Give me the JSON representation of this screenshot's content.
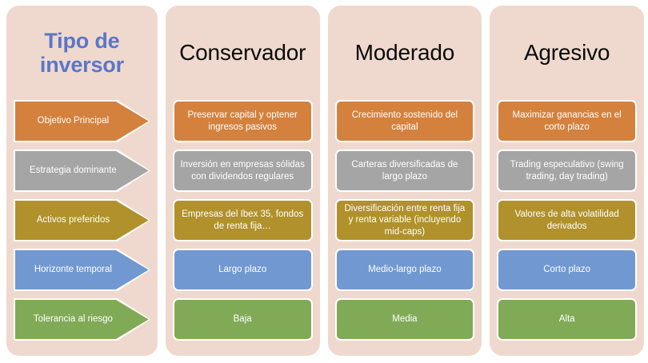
{
  "diagram": {
    "title_column": {
      "header": "Tipo de inversor",
      "header_color": "#5B76C8",
      "rows": [
        {
          "label": "Objetivo Principal",
          "color": "#D4813E"
        },
        {
          "label": "Estrategia dominante",
          "color": "#A5A5A5"
        },
        {
          "label": "Activos preferidos",
          "color": "#B0912B"
        },
        {
          "label": "Horizonte temporal",
          "color": "#7198D1"
        },
        {
          "label": "Tolerancia al riesgo",
          "color": "#81AA56"
        }
      ]
    },
    "panel_background": "#EFD9CE",
    "columns": [
      {
        "header": "Conservador",
        "cells": [
          "Preservar capital y optener ingresos pasivos",
          "Inversión en empresas sólidas con dividendos regulares",
          "Empresas del Ibex 35, fondos de renta fija…",
          "Largo plazo",
          "Baja"
        ]
      },
      {
        "header": "Moderado",
        "cells": [
          "Crecimiento sostenido del capital",
          "Carteras diversificadas de largo plazo",
          "Diversificación entre renta fija y renta variable (incluyendo mid-caps)",
          "Medio-largo plazo",
          "Media"
        ]
      },
      {
        "header": "Agresivo",
        "cells": [
          "Maximizar ganancias en el corto plazo",
          "Trading especulativo (swing trading, day trading)",
          "Valores de alta volatilidad derivados",
          "Corto plazo",
          "Alta"
        ]
      }
    ]
  }
}
